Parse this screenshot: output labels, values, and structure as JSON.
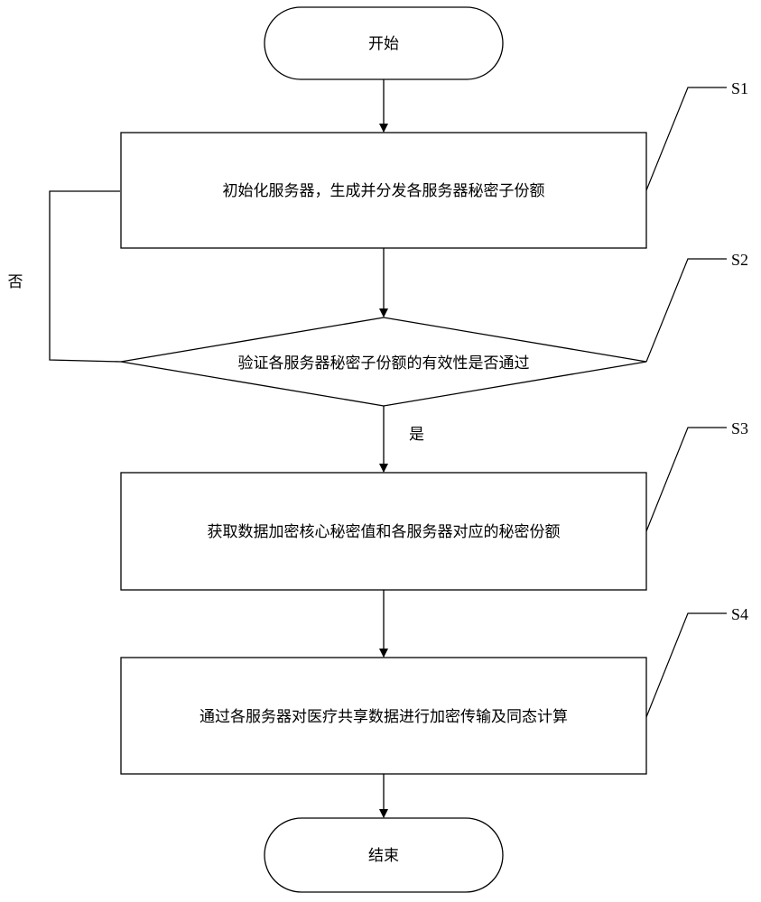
{
  "flowchart": {
    "start": "开始",
    "end": "结束",
    "steps": [
      {
        "id": "S1",
        "text": "初始化服务器，生成并分发各服务器秘密子份额"
      },
      {
        "id": "S2",
        "text": "验证各服务器秘密子份额的有效性是否通过"
      },
      {
        "id": "S3",
        "text": "获取数据加密核心秘密值和各服务器对应的秘密份额"
      },
      {
        "id": "S4",
        "text": "通过各服务器对医疗共享数据进行加密传输及同态计算"
      }
    ],
    "branch_yes": "是",
    "branch_no": "否"
  }
}
